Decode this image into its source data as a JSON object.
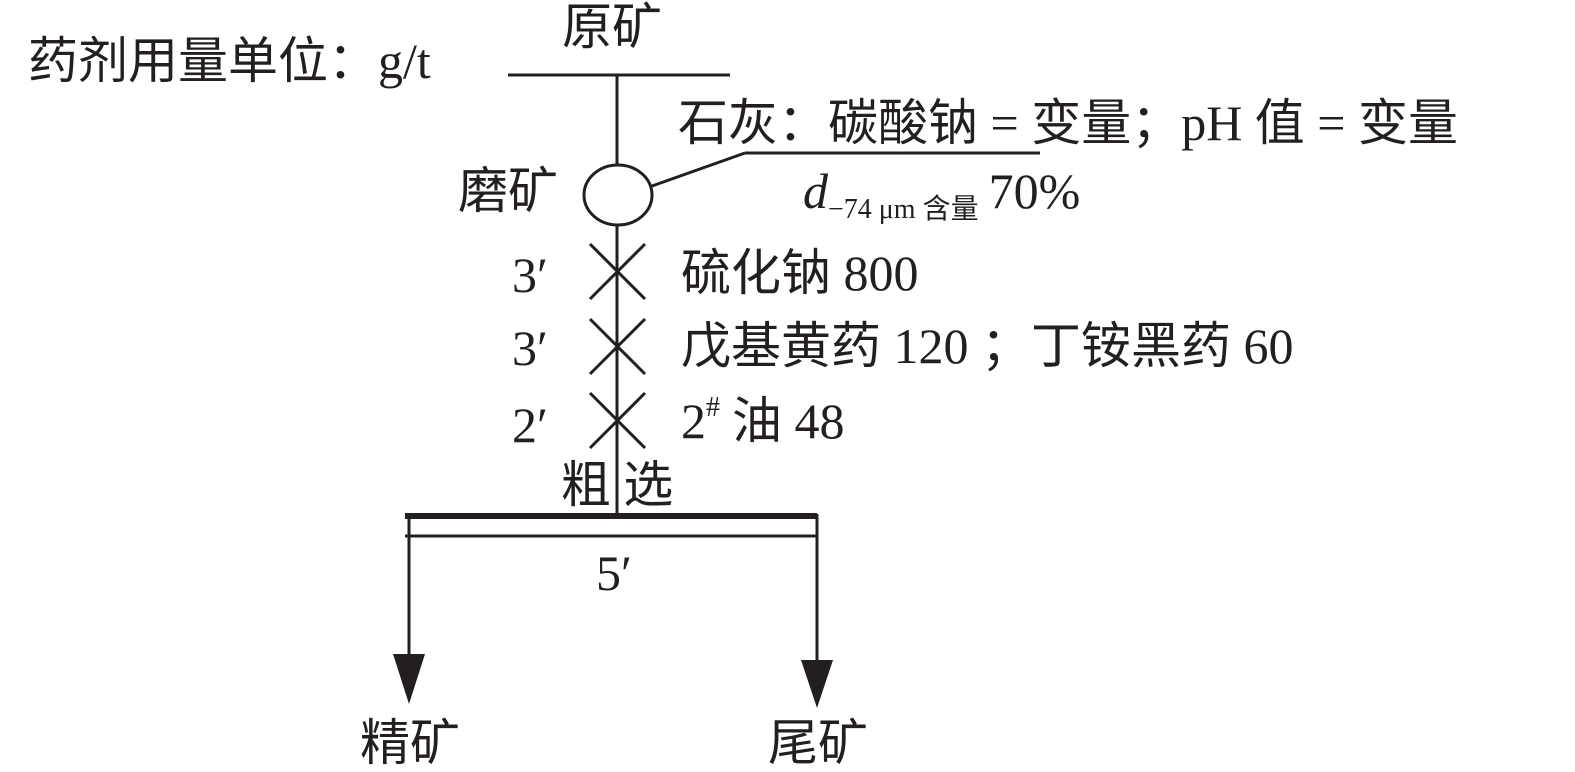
{
  "dosage_unit_note": "药剂用量单位：g/t",
  "raw_ore": "原矿",
  "grinding": {
    "label": "磨矿",
    "reagents": "石灰：碳酸钠 = 变量；pH 值 = 变量",
    "fineness_prefix": "d",
    "fineness_sub": "−74 μm 含量",
    "fineness_value": "70%"
  },
  "conditioning": [
    {
      "time": "3′",
      "reagents": "硫化钠 800"
    },
    {
      "time": "3′",
      "reagents": "戊基黄药 120 ；丁铵黑药 60"
    },
    {
      "time": "2′",
      "reagents_main": "2",
      "reagents_sup": "#",
      "reagents_rest": "油 48"
    }
  ],
  "rougher": {
    "label": "粗 选",
    "time": "5′"
  },
  "products": {
    "concentrate": "精矿",
    "tailings": "尾矿"
  },
  "colors": {
    "ink": "#231f20",
    "background": "#ffffff"
  }
}
